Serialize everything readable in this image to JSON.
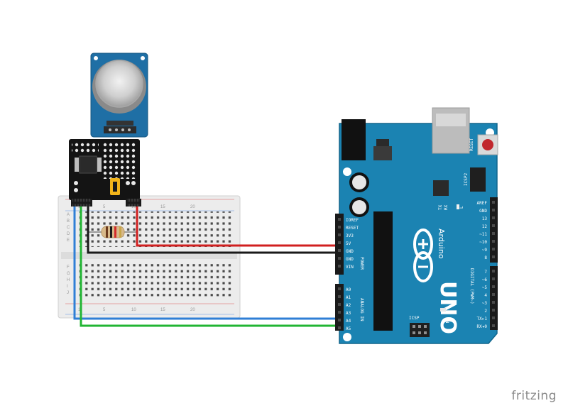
{
  "watermark": "fritzing",
  "arduino": {
    "brand": "Arduino",
    "model": "UNO",
    "reset_label": "RESET",
    "icsp_label": "ICSP",
    "icsp2_label": "ICSP2",
    "on_label": "ON",
    "tx_label": "TX",
    "rx_label": "RX",
    "l_label": "L",
    "power_header_label": "POWER",
    "analog_header_label": "ANALOG IN",
    "digital_header_label": "DIGITAL (PWM~)",
    "power_pins": [
      "IOREF",
      "RESET",
      "3V3",
      "5V",
      "GND",
      "GND",
      "VIN"
    ],
    "analog_pins": [
      "A0",
      "A1",
      "A2",
      "A3",
      "A4",
      "A5"
    ],
    "digital_pins_top": [
      "AREF",
      "GND",
      "13",
      "12",
      "~11",
      "~10",
      "~9",
      "8"
    ],
    "digital_pins_bottom": [
      "7",
      "~6",
      "~5",
      "4",
      "~3",
      "2",
      "TX▸1",
      "RX◂0"
    ]
  },
  "breadboard": {
    "row_labels_top": [
      "A",
      "B",
      "C",
      "D",
      "E"
    ],
    "row_labels_bottom": [
      "F",
      "G",
      "H",
      "I",
      "J"
    ],
    "column_numbers": [
      "1",
      "5",
      "10",
      "15",
      "20"
    ]
  },
  "colors": {
    "arduino_board": "#1b83b2",
    "arduino_edge": "#12668c",
    "sensor_board": "#1f6fa5",
    "wire_5v": "#d11f1f",
    "wire_gnd": "#1a1a1a",
    "wire_a4": "#2f7fd6",
    "wire_a5": "#22b533",
    "breadboard": "#e9e9e9"
  },
  "icons": [
    "gas-sensor-module",
    "comparator-breakout",
    "resistor",
    "arduino-uno",
    "breadboard"
  ]
}
